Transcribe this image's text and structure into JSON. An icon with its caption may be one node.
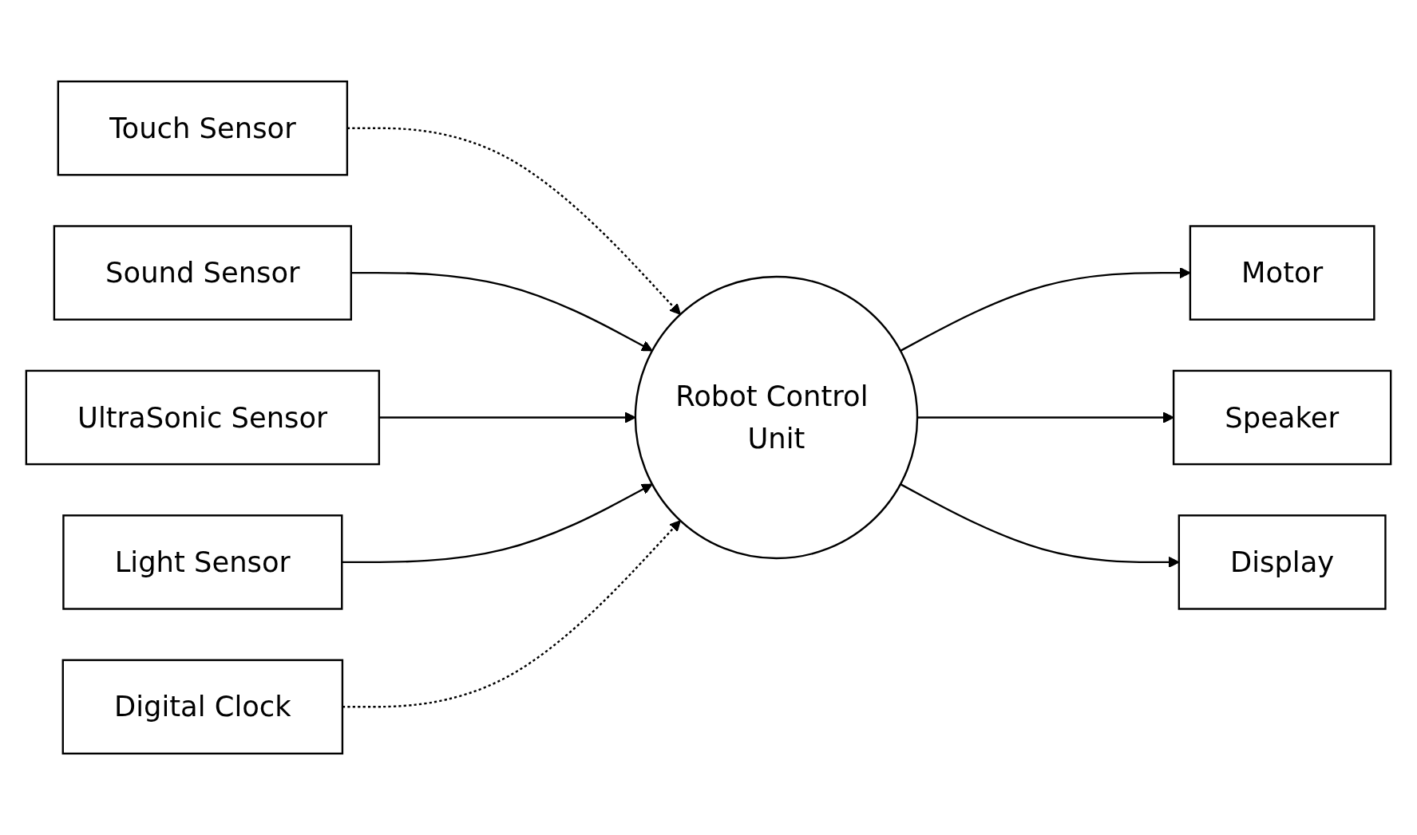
{
  "diagram": {
    "nodes": [
      {
        "text": [
          "Touch Sensor"
        ]
      },
      {
        "text": [
          "Sound Sensor"
        ]
      },
      {
        "text": [
          "UltraSonic Sensor"
        ]
      },
      {
        "text": [
          "Light Sensor"
        ]
      },
      {
        "text": [
          "Digital Clock"
        ]
      },
      {
        "text": [
          "Robot Control Unit"
        ]
      },
      {
        "text": [
          "Motor"
        ]
      },
      {
        "text": [
          "Speaker"
        ]
      },
      {
        "text": [
          "Display"
        ]
      }
    ],
    "edges": [
      {
        "from": 0,
        "to": 5,
        "arrow": "to",
        "style": "dashed"
      },
      {
        "from": 1,
        "to": 5,
        "arrow": "to"
      },
      {
        "from": 2,
        "to": 5,
        "arrow": "to"
      },
      {
        "from": 3,
        "to": 5,
        "arrow": "to"
      },
      {
        "from": 4,
        "to": 5,
        "arrow": "to",
        "style": "dashed"
      },
      {
        "from": 5,
        "to": 6,
        "arrow": "to"
      },
      {
        "from": 5,
        "to": 7,
        "arrow": "to"
      },
      {
        "from": 5,
        "to": 8,
        "arrow": "to"
      }
    ]
  }
}
